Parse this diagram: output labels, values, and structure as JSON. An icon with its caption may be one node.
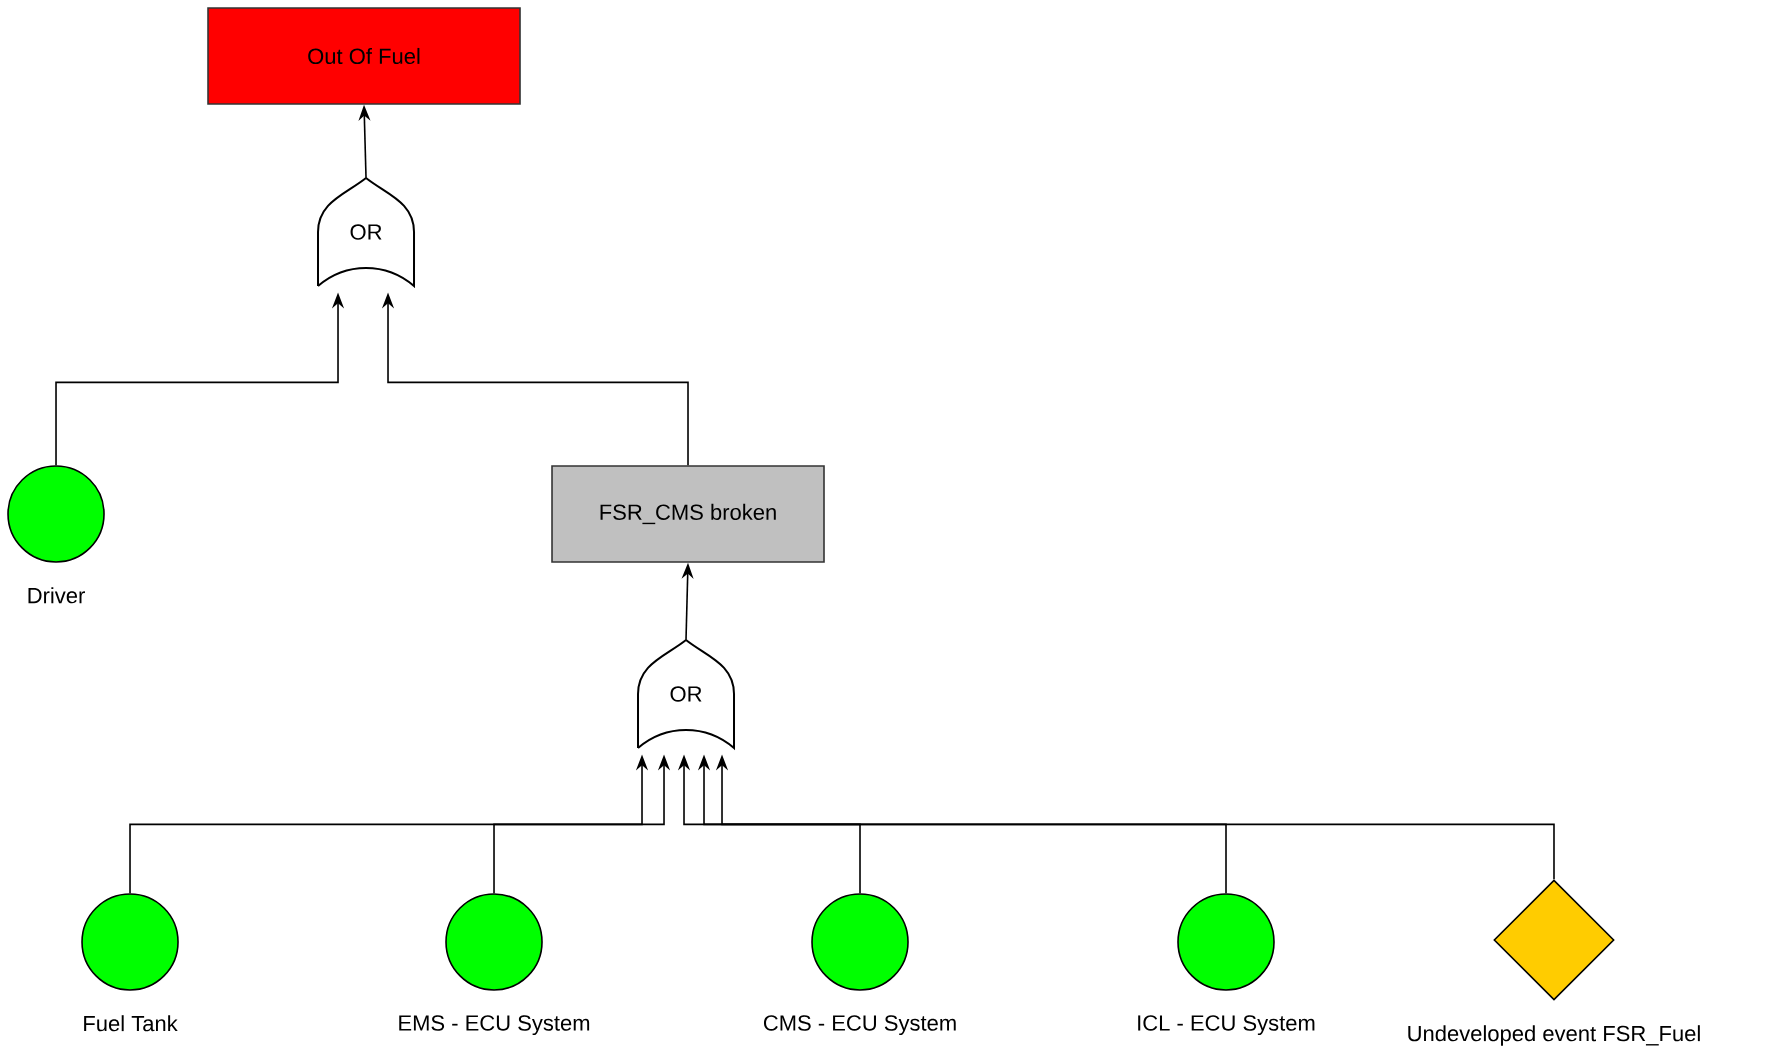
{
  "diagram": {
    "nodes": [
      {
        "text": [
          "Out Of Fuel"
        ]
      },
      {
        "text": [
          "OR"
        ]
      },
      {
        "text": [],
        "shape": "circle",
        "beside": [
          "Driver"
        ]
      },
      {
        "text": [
          "FSR_CMS broken"
        ]
      },
      {
        "text": [
          "OR"
        ]
      },
      {
        "text": [],
        "shape": "circle",
        "beside": [
          "Fuel Tank"
        ]
      },
      {
        "text": [],
        "shape": "circle",
        "beside": [
          "EMS - ECU System"
        ]
      },
      {
        "text": [],
        "shape": "circle",
        "beside": [
          "CMS - ECU System"
        ]
      },
      {
        "text": [],
        "shape": "circle",
        "beside": [
          "ICL - ECU System"
        ]
      },
      {
        "text": [],
        "shape": "diamond",
        "beside": [
          "Undeveloped event FSR_Fuel"
        ]
      }
    ],
    "edges": [
      {
        "from": 1,
        "to": 0,
        "arrow": "to"
      },
      {
        "from": 2,
        "to": 1,
        "arrow": "to"
      },
      {
        "from": 3,
        "to": 1,
        "arrow": "to"
      },
      {
        "from": 4,
        "to": 3,
        "arrow": "to"
      },
      {
        "from": 5,
        "to": 4,
        "arrow": "to"
      },
      {
        "from": 6,
        "to": 4,
        "arrow": "to"
      },
      {
        "from": 7,
        "to": 4,
        "arrow": "to"
      },
      {
        "from": 8,
        "to": 4,
        "arrow": "to"
      },
      {
        "from": 9,
        "to": 4,
        "arrow": "to"
      }
    ]
  }
}
